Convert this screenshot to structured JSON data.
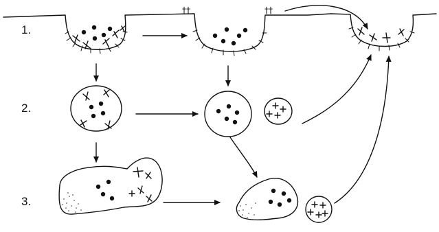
{
  "row_labels": [
    "1.",
    "2.",
    "3."
  ],
  "surface_markers": [
    "††",
    "††"
  ],
  "colors": {
    "ink": "#111111",
    "background": "#ffffff"
  }
}
